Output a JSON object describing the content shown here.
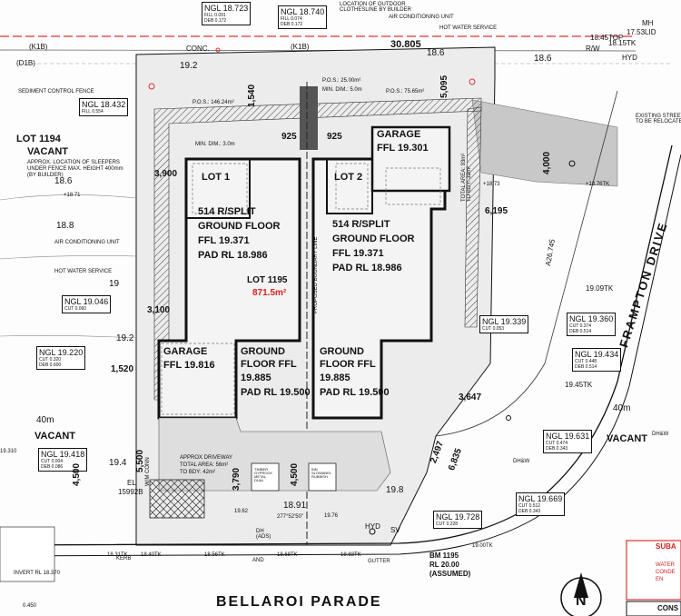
{
  "lot_info": {
    "lot_number": "LOT 1195",
    "area": "871.5m²"
  },
  "neighbours": {
    "lot_1194": "LOT 1194",
    "lot_1194_status": "VACANT",
    "west_status": "VACANT",
    "west_width": "40m",
    "east_status": "VACANT",
    "east_width": "40m"
  },
  "streets": {
    "south": "BELLAROI PARADE",
    "east": "FRAMPTON DRIVE",
    "gutter": "GUTTER",
    "kerb": "KERB",
    "and": "AND"
  },
  "units": {
    "unit1": {
      "lot": "LOT 1",
      "title": "514 R/SPLIT",
      "floor": "GROUND FLOOR",
      "ffl": "FFL 19.371",
      "pad": "PAD RL 18.986"
    },
    "unit2": {
      "lot": "LOT 2",
      "title": "514 R/SPLIT",
      "floor": "GROUND FLOOR",
      "ffl": "FFL 19.371",
      "pad": "PAD RL 18.986"
    },
    "garage1": {
      "label": "GARAGE",
      "ffl": "FFL 19.816"
    },
    "garage2": {
      "label": "GARAGE",
      "ffl": "FFL 19.301"
    },
    "ground1": {
      "line1": "GROUND",
      "line2": "FLOOR FFL",
      "line3": "19.885",
      "pad": "PAD RL 19.500"
    },
    "ground2": {
      "line1": "GROUND",
      "line2": "FLOOR FFL",
      "line3": "19.885",
      "pad": "PAD RL 19.500"
    }
  },
  "ngl_boxes": [
    {
      "ngl": "NGL 18.723",
      "l1": "FILL 0.091",
      "l2": "DEB 0.172"
    },
    {
      "ngl": "NGL 18.740",
      "l1": "FILL 0.074",
      "l2": "DEB 0.172"
    },
    {
      "ngl": "NGL 18.432",
      "l1": "FILL 0.554",
      "l2": ""
    },
    {
      "ngl": "NGL 19.046",
      "l1": "CUT 0.060",
      "l2": ""
    },
    {
      "ngl": "NGL 19.220",
      "l1": "CUT 0.320",
      "l2": "DEB 0.600"
    },
    {
      "ngl": "NGL 19.418",
      "l1": "CUT 0.004",
      "l2": "DEB 0.086"
    },
    {
      "ngl": "NGL 19.339",
      "l1": "CUT 0.053",
      "l2": ""
    },
    {
      "ngl": "NGL 19.360",
      "l1": "CUT 0.374",
      "l2": "DEB 0.514"
    },
    {
      "ngl": "NGL 19.434",
      "l1": "CUT 0.448",
      "l2": "DEB 0.514"
    },
    {
      "ngl": "NGL 19.631",
      "l1": "CUT 0.474",
      "l2": "DEB 0.343"
    },
    {
      "ngl": "NGL 19.669",
      "l1": "CUT 0.512",
      "l2": "DEB 0.343"
    },
    {
      "ngl": "NGL 19.728",
      "l1": "CUT 0.228",
      "l2": ""
    }
  ],
  "dims": {
    "d30805": "30.805",
    "d3900": "3,900",
    "d3100": "3,100",
    "d1520": "1,520",
    "d4500a": "4,500",
    "d4500b": "4,500",
    "d5500": "5,500",
    "d3790": "3,790",
    "d925a": "925",
    "d925b": "925",
    "d1540": "1,540",
    "d5095": "5,095",
    "d6195": "6,195",
    "d4000": "4,000",
    "d3647": "3,647",
    "d2497": "2,497",
    "d6835": "6,835",
    "d26745": "A26.745"
  },
  "levels": {
    "l186a": "18.6",
    "l186b": "18.6",
    "l192": "19.2",
    "l192b": "19.2",
    "l188": "18.8",
    "l19": "19",
    "l194": "19.4",
    "l198": "19.8",
    "l1871": "+18.71",
    "l1873": "+18.73",
    "l1876tk": "+18.76TK",
    "l1909": "19.09TK",
    "l1945": "19.45TK",
    "l1891": "18.91",
    "l1891b": "277°52'50\"",
    "mh": "MH",
    "mh2": "17.53LID",
    "r18": "18.15TK",
    "rw": "R/W",
    "k1b": "(K1B)",
    "k1b2": "(K1B)",
    "d1b": "(D1B)",
    "conc": "CONC.",
    "top": "18.45TOP",
    "hyd": "HYD",
    "hyd2": "HYD",
    "sv": "SV",
    "el": "EL",
    "pit": "15992B",
    "dh": "DH\n(ADS)",
    "dhw": "DH&W",
    "dhw2": "DH&W",
    "bm": "BM 1195",
    "bm2": "RL  20.00",
    "bm3": "(ASSUMED)",
    "invert": "INVERT RL 18.370",
    "d0450": "0.450",
    "d1931": "19.310",
    "kerb1": "18.31TK",
    "kerb2": "18.40TK",
    "kerb3": "18.56TK",
    "kerb4": "18.68TK",
    "kerb5": "18.83TK",
    "kerb6": "19.00TK",
    "l1962": "19.62",
    "l1976": "19.76"
  },
  "notes": {
    "outdoor": "LOCATION OF OUTDOOR\nCLOTHESLINE BY BUILDER",
    "ac": "AIR CONDITIONING UNIT",
    "hws": "HOT WATER SERVICE",
    "sed": "SEDIMENT CONTROL FENCE",
    "pos1": "P.O.S.: 146.24m²",
    "pos2": "P.O.S.: 25.00m²",
    "pos3": "P.O.S.: 75.65m²",
    "min1": "MIN. DIM.: 5.0m",
    "min2": "MIN. DIM.: 3.0m",
    "sleepers": "APPROX. LOCATION OF SLEEPERS\nUNDER FENCE MAX. HEIGHT 400mm\n(BY BUILDER)",
    "ac2": "AIR CONDITIONING UNIT",
    "hws2": "HOT WATER SERVICE",
    "prop": "PROPOSED BOUNDARY LINE",
    "drive": "APPROX DRIVEWAY\nTOTAL AREA: 56m²\nTO BDY: 42m²",
    "drive2": "TOTAL AREA: 93m²\nTO BDY: 32m²",
    "street": "EXISTING STREET\nTO BE RELOCATE",
    "wmconn": "W/M CONN",
    "timber": "TIMBER\nGYPROCK\nMETAL\nDUAL",
    "bin": "BIN\nSLOWANEL\nRUBBISH",
    "cons": "CONS",
    "suba": "SUBA",
    "water": "WATER\nCONDE\nEN"
  },
  "compass": "N"
}
